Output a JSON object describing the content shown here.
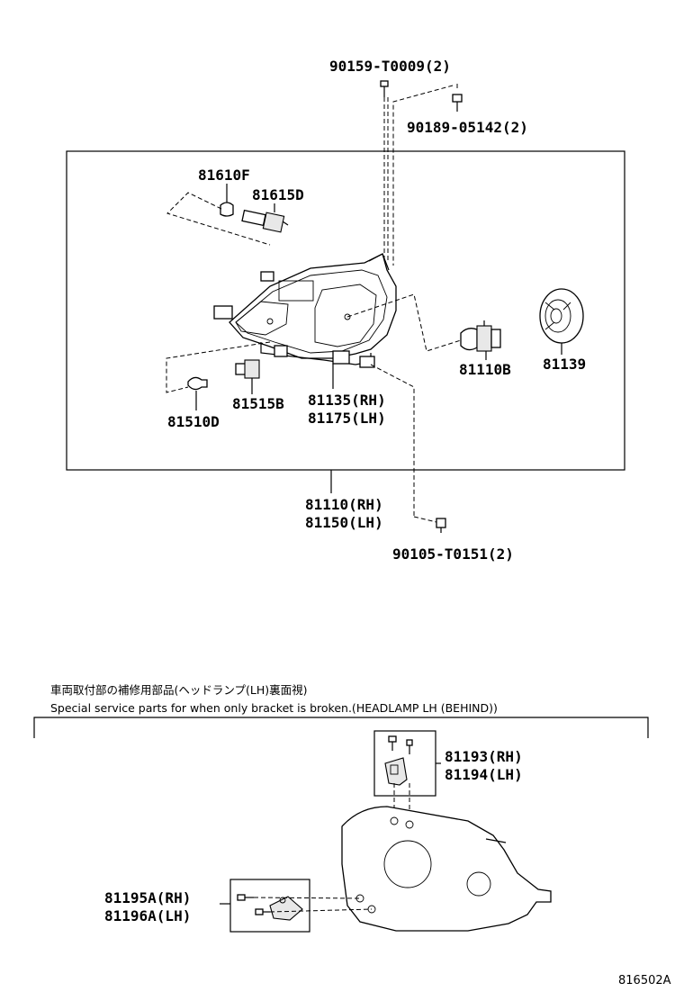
{
  "labels": {
    "top_bolt": "90159-T0009(2)",
    "top_screw": "90189-05142(2)",
    "bulb_small": "81610F",
    "bulb_socket": "81615D",
    "bulb_main": "81110B",
    "cover": "81139",
    "socket_front": "81515B",
    "bulb_front": "81510D",
    "bracket_rh": "81135(RH)",
    "bracket_lh": "81175(LH)",
    "assy_rh": "81110(RH)",
    "assy_lh": "81150(LH)",
    "bottom_screw": "90105-T0151(2)",
    "special_jp": "車両取付部の補修用部品(ヘッドランプ(LH)裏面視)",
    "special_en": "Special service parts for when only bracket is broken.(HEADLAMP LH (BEHIND))",
    "kit_upper_rh": "81193(RH)",
    "kit_upper_lh": "81194(LH)",
    "kit_lower_rh": "81195A(RH)",
    "kit_lower_lh": "81196A(LH)",
    "diagram_code": "816502A"
  }
}
